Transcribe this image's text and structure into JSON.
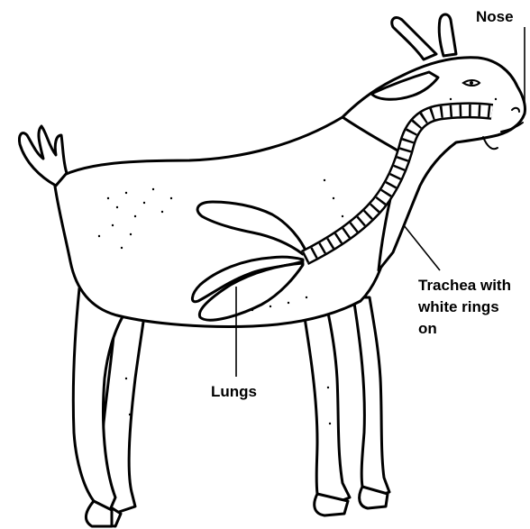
{
  "labels": {
    "nose": "Nose",
    "trachea": [
      "Trachea with",
      "white rings",
      "on"
    ],
    "lungs": "Lungs"
  },
  "colors": {
    "line": "#000000",
    "background": "#ffffff"
  }
}
